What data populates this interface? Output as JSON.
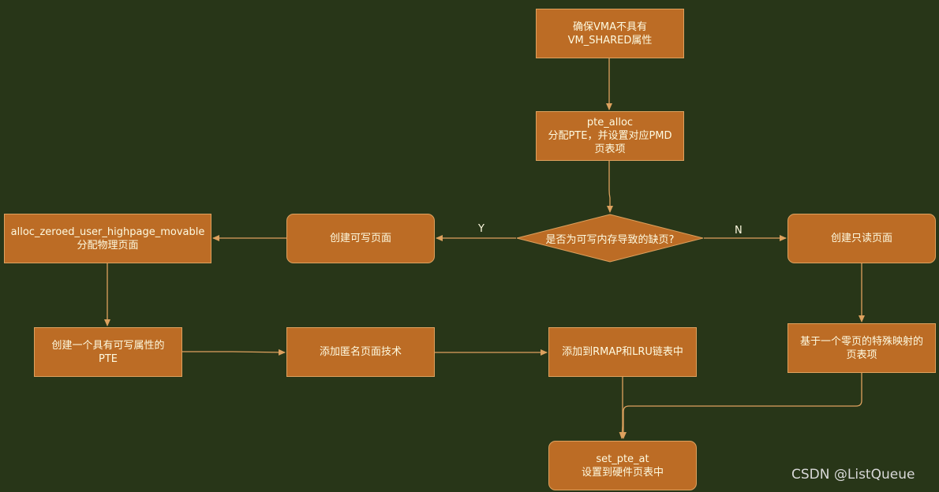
{
  "nodes": {
    "ensure_vma": "确保VMA不具有\nVM_SHARED属性",
    "pte_alloc": "pte_alloc\n分配PTE，并设置对应PMD\n页表项",
    "decision": "是否为可写内存导致的缺页?",
    "create_writable": "创建可写页面",
    "create_readonly": "创建只读页面",
    "alloc_zeroed": "alloc_zeroed_user_highpage_movable\n分配物理页面",
    "create_pte_writable": "创建一个具有可写属性的\nPTE",
    "add_anon": "添加匿名页面技术",
    "add_rmap_lru": "添加到RMAP和LRU链表中",
    "zero_page_pte": "基于一个零页的特殊映射的\n页表项",
    "set_pte_at": "set_pte_at\n设置到硬件页表中"
  },
  "edge_labels": {
    "yes": "Y",
    "no": "N"
  },
  "colors": {
    "background": "#283618",
    "node_fill": "#bc6c25",
    "node_stroke": "#dda15e",
    "text": "#fefae0",
    "edge": "#dda15e"
  },
  "watermark": "CSDN @ListQueue"
}
